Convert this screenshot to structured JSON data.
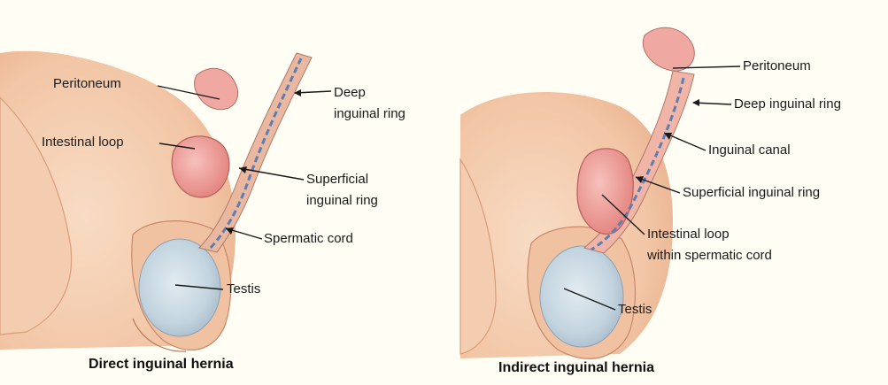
{
  "left_panel": {
    "caption": "Direct inguinal hernia",
    "labels": {
      "peritoneum": "Peritoneum",
      "deep_ring_line1": "Deep",
      "deep_ring_line2": "inguinal ring",
      "intestinal_loop": "Intestinal loop",
      "superficial_line1": "Superficial",
      "superficial_line2": "inguinal ring",
      "spermatic_cord": "Spermatic  cord",
      "testis": "Testis"
    }
  },
  "right_panel": {
    "caption": "Indirect inguinal hernia",
    "labels": {
      "peritoneum": "Peritoneum",
      "deep_ring": "Deep inguinal ring",
      "inguinal_canal": "Inguinal canal",
      "superficial_ring": "Superficial inguinal ring",
      "loop_line1": "Intestinal loop",
      "loop_line2": "within spermatic cord",
      "testis": "Testis"
    }
  },
  "colors": {
    "background": "#fffdf4",
    "skin": "#f4cdb0",
    "skin_shadow": "#e5ab86",
    "testis": "#c9d8e2",
    "intestine": "#f0a3a0",
    "cord_vessel": "#5d7fb0",
    "leader_line": "#1a1a1a"
  }
}
